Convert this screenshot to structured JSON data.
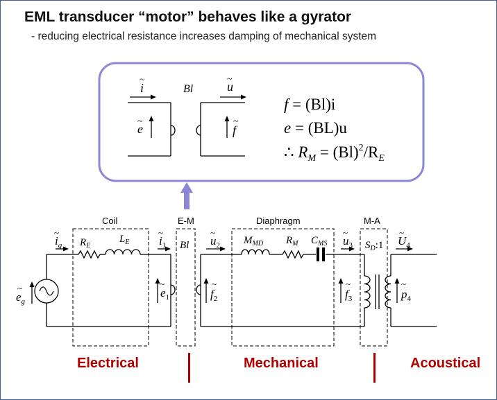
{
  "title": "EML transducer “motor” behaves like a gyrator",
  "subtitle": "- reducing electrical resistance increases damping of mechanical system",
  "colors": {
    "callout_border": "#8c86d6",
    "arrow": "#8c86d6",
    "domain_text": "#b00000",
    "divider": "#b00000",
    "line": "#000000"
  },
  "gyrator": {
    "current_symbol": "i",
    "voltage_symbol": "e",
    "coupling_label": "Bl",
    "velocity_symbol": "u",
    "force_symbol": "f",
    "equations": {
      "eq1_lhs": "f",
      "eq1_rhs": "(Bl)i",
      "eq2_lhs": "e",
      "eq2_rhs": "(BL)u",
      "eq3_prefix": "∴",
      "eq3_lhs": "R",
      "eq3_lhs_sub": "M",
      "eq3_rhs": "(Bl)",
      "eq3_exp": "2",
      "eq3_tail": "/R",
      "eq3_tail_sub": "E"
    }
  },
  "circuit": {
    "block_labels": {
      "coil": "Coil",
      "em": "E-M",
      "diaphragm": "Diaphragm",
      "ma": "M-A"
    },
    "source": {
      "symbol": "e",
      "sub": "g"
    },
    "current_g": {
      "symbol": "i",
      "sub": "g"
    },
    "R_E": {
      "symbol": "R",
      "sub": "E"
    },
    "L_E": {
      "symbol": "L",
      "sub": "E"
    },
    "current_1": {
      "symbol": "i",
      "sub": "1"
    },
    "voltage_1": {
      "symbol": "e",
      "sub": "1"
    },
    "coupling": "Bl",
    "velocity_2": {
      "symbol": "u",
      "sub": "2"
    },
    "force_2": {
      "symbol": "f",
      "sub": "2"
    },
    "M_MD": {
      "symbol": "M",
      "sub": "MD"
    },
    "R_M": {
      "symbol": "R",
      "sub": "M"
    },
    "C_MS": {
      "symbol": "C",
      "sub": "MS"
    },
    "velocity_3": {
      "symbol": "u",
      "sub": "3"
    },
    "force_3": {
      "symbol": "f",
      "sub": "3"
    },
    "ratio": {
      "symbol": "S",
      "sub": "D",
      "tail": ":1"
    },
    "volume_velocity_4": {
      "symbol": "U",
      "sub": "4"
    },
    "pressure_4": {
      "symbol": "p",
      "sub": "4"
    }
  },
  "domains": {
    "electrical": "Electrical",
    "mechanical": "Mechanical",
    "acoustical": "Acoustical"
  }
}
